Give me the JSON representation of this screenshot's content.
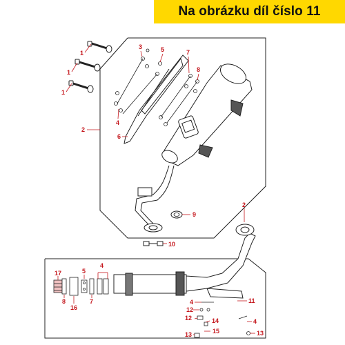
{
  "banner": {
    "text": "Na obrázku díl číslo 11",
    "background": "#ffd800"
  },
  "callout_color": "#c4161c",
  "upper_group": {
    "callouts": [
      "1",
      "1",
      "1",
      "2",
      "3",
      "4",
      "5",
      "6",
      "7",
      "8",
      "9",
      "10"
    ]
  },
  "lower_group": {
    "callouts": [
      "2",
      "17",
      "8",
      "16",
      "5",
      "7",
      "4",
      "4",
      "12",
      "14",
      "12",
      "4",
      "11",
      "13",
      "15",
      "13"
    ]
  }
}
